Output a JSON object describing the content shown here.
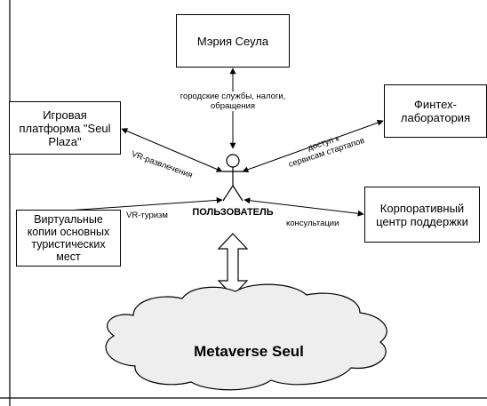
{
  "nodes": {
    "city_hall": "Мэрия Сеула",
    "fintech": "Финтех-\nлаборатория",
    "game_platform": "Игровая\nплатформа \"Seul\nPlaza\"",
    "support": "Корпоративный\nцентр поддержки",
    "virtual_copies": "Виртуальные\nкопии основных\nтуристических\nмест",
    "user": "ПОЛЬЗОВАТЕЛЬ",
    "metaverse": "Metaverse Seul"
  },
  "edges": {
    "city_hall": "городские службы, налоги,\nобращения",
    "fintech": "доступ к\nсервисам стартапов",
    "game_platform": "VR-развлечения",
    "support": "консультации",
    "virtual_copies": "VR-туризм"
  }
}
